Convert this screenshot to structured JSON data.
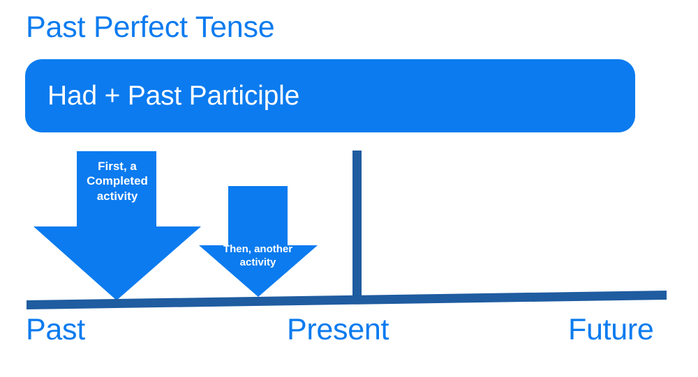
{
  "slide": {
    "title": "Past Perfect Tense",
    "background_color": "#FFFFFF"
  },
  "colors": {
    "accent_blue": "#0B7BEF",
    "timeline_blue": "#1F5CA0",
    "text_on_accent": "#FFFFFF"
  },
  "formula": {
    "text": "Had + Past Participle",
    "background_color": "#0B7BEF",
    "text_color": "#FFFFFF"
  },
  "diagram": {
    "type": "timeline",
    "arrows": [
      {
        "id": "first-arrow",
        "caption": "First, a Completed activity",
        "caption_lines": [
          "First, a",
          "Completed",
          "activity"
        ],
        "color": "#0B7BEF",
        "direction": "down",
        "size": "large",
        "position_on_timeline": "past-early"
      },
      {
        "id": "second-arrow",
        "caption": "Then, another activity",
        "caption_lines": [
          "Then, another",
          "activity"
        ],
        "color": "#0B7BEF",
        "direction": "down",
        "size": "small",
        "position_on_timeline": "past-late"
      }
    ],
    "present_marker": {
      "label": "Present",
      "color": "#1F5CA0"
    },
    "axis": {
      "color": "#1F5CA0",
      "labels": [
        "Past",
        "Present",
        "Future"
      ]
    }
  },
  "timeline_labels": {
    "past": "Past",
    "present": "Present",
    "future": "Future"
  }
}
